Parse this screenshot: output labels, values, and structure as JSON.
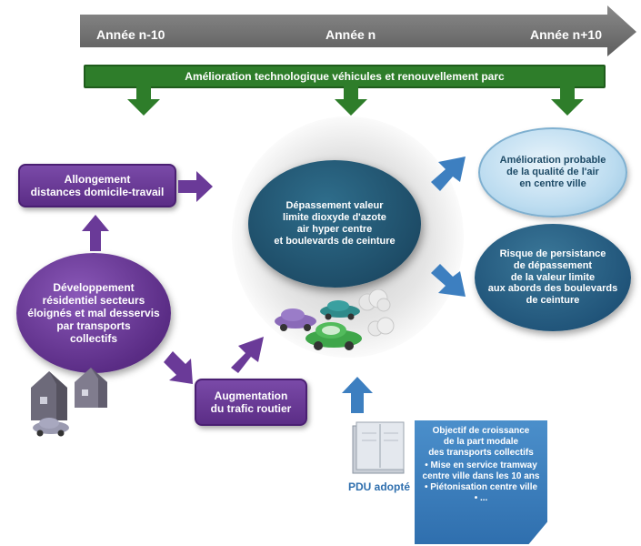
{
  "timeline": {
    "start_label": "Année n-10",
    "middle_label": "Année n",
    "end_label": "Année n+10",
    "color": "#6e6e6e"
  },
  "tech_bar": {
    "label": "Amélioration technologique véhicules et renouvellement parc",
    "color": "#2e7d2a"
  },
  "nodes": {
    "allongement": "Allongement\ndistances domicile-travail",
    "developpement": "Développement\nrésidentiel secteurs\néloignés et mal desservis\npar transports\ncollectifs",
    "augmentation": "Augmentation\ndu trafic routier",
    "depassement": "Dépassement valeur\nlimite dioxyde d'azote\nair hyper centre\net boulevards de ceinture",
    "amelioration": "Amélioration probable\nde la qualité de l'air\nen centre ville",
    "risque": "Risque de persistance\nde dépassement\nde la valeur limite\naux abords des boulevards\nde ceinture",
    "pdu": "PDU adopté"
  },
  "note": {
    "title": "Objectif de croissance\nde la part modale\ndes transports collectifs",
    "items": [
      "• Mise en service tramway\ncentre ville dans les 10 ans",
      "• Piétonisation centre ville",
      "• ..."
    ]
  },
  "colors": {
    "purple": "#5b2d86",
    "teal": "#1e4d68",
    "light_blue": "#bcdcf0",
    "arrow_blue": "#3d7fc0",
    "cloud_grey": "#9a9a9a"
  },
  "icons": [
    "houses-icon",
    "car-icon",
    "exhaust-cloud-icon",
    "document-icon",
    "arrow-icon"
  ]
}
